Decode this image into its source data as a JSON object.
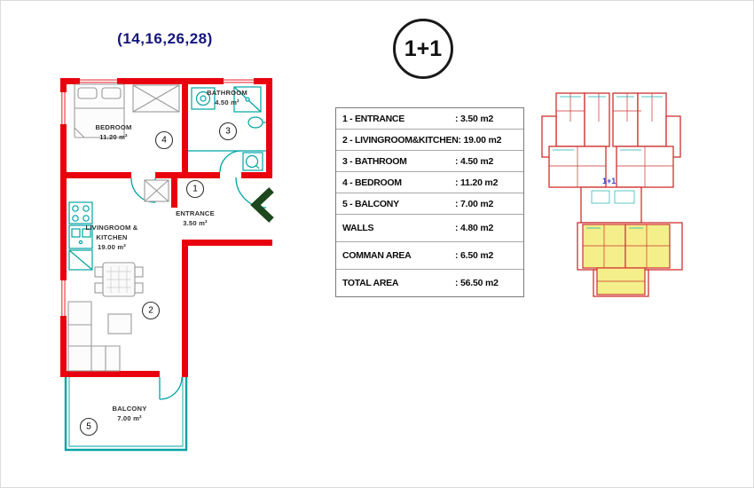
{
  "header": {
    "unit_numbers": "(14,16,26,28)",
    "plan_type_badge": "1+1"
  },
  "area_table": {
    "rows": [
      {
        "label": "1 - ENTRANCE",
        "value": ": 3.50 m2"
      },
      {
        "label": "2 - LIVINGROOM&KITCHEN",
        "value": ": 19.00 m2"
      },
      {
        "label": "3 - BATHROOM",
        "value": ": 4.50 m2"
      },
      {
        "label": "4 - BEDROOM",
        "value": ": 11.20 m2"
      },
      {
        "label": "5 - BALCONY",
        "value": ": 7.00 m2"
      },
      {
        "label": "WALLS",
        "value": ": 4.80 m2"
      },
      {
        "label": "COMMAN AREA",
        "value": ": 6.50 m2"
      },
      {
        "label": "TOTAL AREA",
        "value": ": 56.50 m2"
      }
    ]
  },
  "floorplan": {
    "bedroom": {
      "name": "BEDROOM",
      "area": "11.20 m²",
      "number": "4"
    },
    "bathroom": {
      "name": "BATHROOM",
      "area": "4.50 m²",
      "number": "3"
    },
    "entrance": {
      "name": "ENTRANCE",
      "area": "3.50 m²",
      "number": "1"
    },
    "livingroom": {
      "name_line1": "LIVINGROOM &",
      "name_line2": "KITCHEN",
      "area": "19.00 m²",
      "number": "2"
    },
    "balcony": {
      "name": "BALCONY",
      "area": "7.00 m²",
      "number": "5"
    }
  },
  "overview": {
    "label": "1+1"
  },
  "colors": {
    "wall_red": "#e8000e",
    "fixture_cyan": "#00a3a3",
    "title_blue": "#15157e",
    "entrance_arrow_green": "#1d471d",
    "overview_highlight_yellow": "#f4ef8a"
  }
}
